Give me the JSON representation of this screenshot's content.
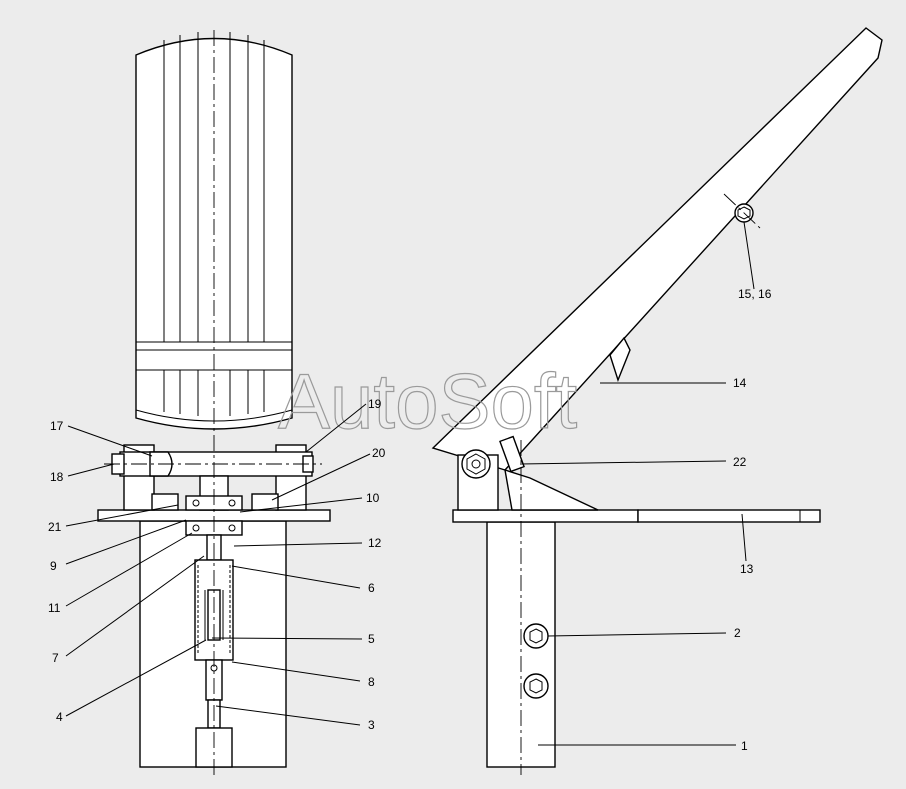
{
  "watermark": "AutoSoft",
  "labels": {
    "l1": "1",
    "l2": "2",
    "l3": "3",
    "l4": "4",
    "l5": "5",
    "l6": "6",
    "l7": "7",
    "l8": "8",
    "l9": "9",
    "l10": "10",
    "l11": "11",
    "l12": "12",
    "l13": "13",
    "l14": "14",
    "l15_16": "15, 16",
    "l17": "17",
    "l18": "18",
    "l19": "19",
    "l20": "20",
    "l21": "21",
    "l22": "22"
  },
  "colors": {
    "background": "#ececec",
    "line": "#000000",
    "watermark": "#9a9a9a"
  }
}
